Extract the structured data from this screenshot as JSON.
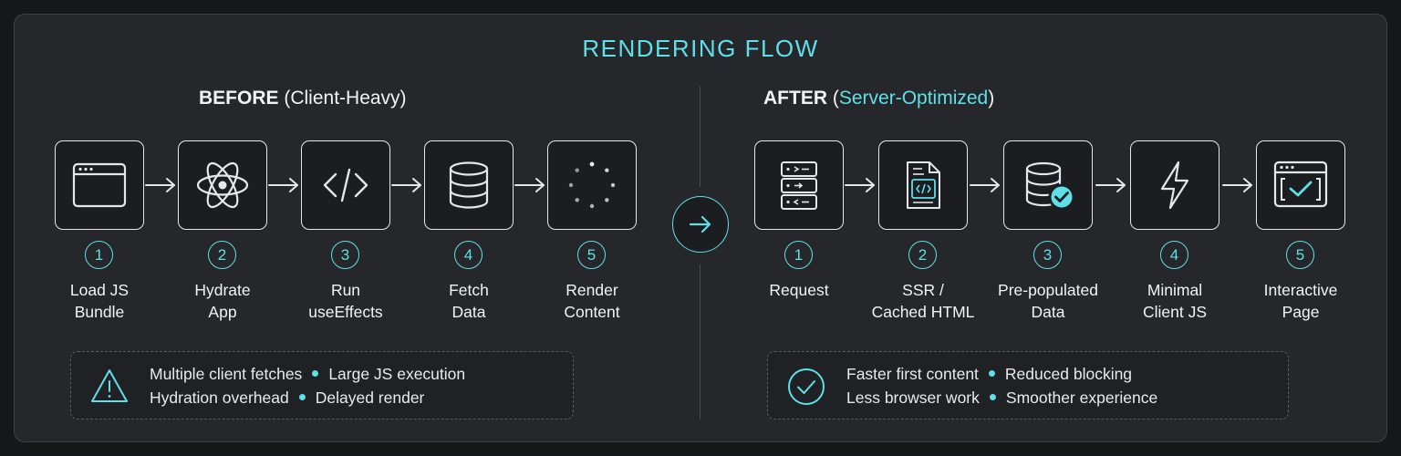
{
  "title": "RENDERING FLOW",
  "before": {
    "heading_bold": "BEFORE",
    "heading_rest": "(Client-Heavy)",
    "steps": [
      {
        "num": "1",
        "line1": "Load JS",
        "line2": "Bundle",
        "icon": "browser-window-icon"
      },
      {
        "num": "2",
        "line1": "Hydrate",
        "line2": "App",
        "icon": "react-atom-icon"
      },
      {
        "num": "3",
        "line1": "Run",
        "line2": "useEffects",
        "icon": "code-brackets-icon"
      },
      {
        "num": "4",
        "line1": "Fetch",
        "line2": "Data",
        "icon": "database-icon"
      },
      {
        "num": "5",
        "line1": "Render",
        "line2": "Content",
        "icon": "loading-spinner-icon"
      }
    ],
    "notes": [
      [
        "Multiple client fetches",
        "Large JS execution"
      ],
      [
        "Hydration overhead",
        "Delayed render"
      ]
    ],
    "note_icon": "warning-triangle-icon"
  },
  "after": {
    "heading_bold": "AFTER",
    "heading_accent": "Server-Optimized",
    "steps": [
      {
        "num": "1",
        "line1": "Request",
        "line2": "",
        "icon": "server-rack-icon"
      },
      {
        "num": "2",
        "line1": "SSR /",
        "line2": "Cached HTML",
        "icon": "code-document-icon"
      },
      {
        "num": "3",
        "line1": "Pre-populated",
        "line2": "Data",
        "icon": "database-check-icon"
      },
      {
        "num": "4",
        "line1": "Minimal",
        "line2": "Client JS",
        "icon": "lightning-bolt-icon"
      },
      {
        "num": "5",
        "line1": "Interactive",
        "line2": "Page",
        "icon": "browser-check-icon"
      }
    ],
    "notes": [
      [
        "Faster first content",
        "Reduced blocking"
      ],
      [
        "Less browser work",
        "Smoother experience"
      ]
    ],
    "note_icon": "check-circle-icon"
  },
  "colors": {
    "accent": "#5fe0e8",
    "panel": "#26272b",
    "background": "#161719"
  }
}
